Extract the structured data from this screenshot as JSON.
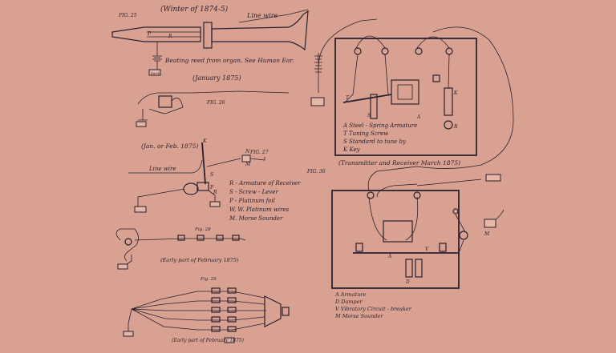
{
  "fig25": {
    "header": "(Winter of 1874-5)",
    "label": "FIG. 25",
    "line_wire": "Line wire",
    "caption": "Beating reed from organ. See Human Ear.",
    "letters": [
      "P",
      "R"
    ]
  },
  "fig26": {
    "date": "(January 1875)",
    "label": "FIG. 26"
  },
  "fig27": {
    "date": "(Jan. or Feb. 1875)",
    "label": "FIG. 27",
    "line_wire": "Line wire",
    "letters": [
      "K",
      "N",
      "M",
      "P",
      "S",
      "R"
    ],
    "legend": [
      "R - Armature of Receiver",
      "S - Screw - Lever",
      "P - Platinum foil",
      "W, W. Platinum wires",
      "M. Morse Sounder"
    ]
  },
  "fig28": {
    "label": "Fig. 28",
    "date": "(Early part of February 1875)"
  },
  "fig29": {
    "label": "Fig. 29",
    "date": "(Early part of February 1875)"
  },
  "fig30": {
    "label": "FIG. 30",
    "upper_caption": "(Transmitter and Receiver March 1875)",
    "upper_legend": [
      "A  Steel - Spring Armature",
      "T  Tuning Screw",
      "S  Standard to tune by",
      "K  Key"
    ],
    "upper_letters": [
      "T",
      "A",
      "S",
      "K",
      "R"
    ],
    "lower_letters": [
      "A",
      "V",
      "D",
      "M"
    ],
    "lower_legend": [
      "A   Armature",
      "D   Damper",
      "V   Vibratory Circuit - breaker",
      "M   Morse Sounder"
    ]
  },
  "ground_label": "Earth"
}
